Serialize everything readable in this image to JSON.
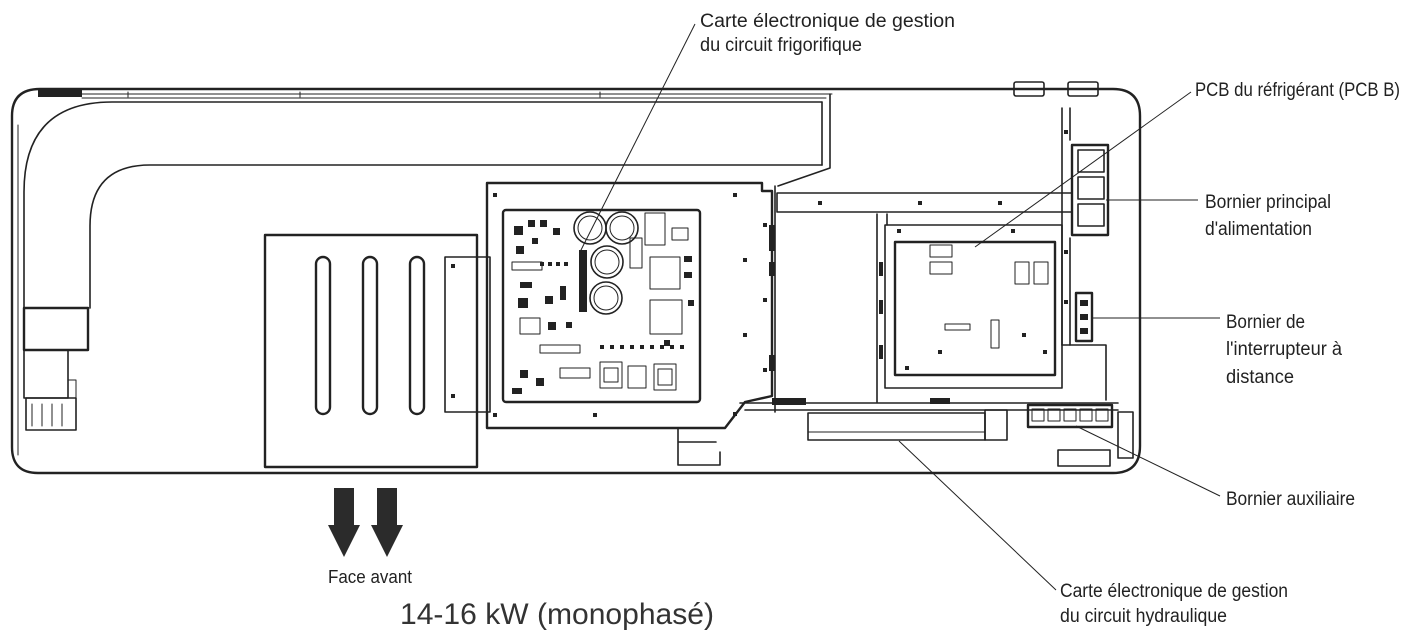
{
  "labels": {
    "refrigerant_board": {
      "line1": "Carte électronique de gestion",
      "line2": "du circuit frigorifique"
    },
    "refrigerant_pcb": "PCB du réfrigérant (PCB B)",
    "main_power_terminal": {
      "line1": "Bornier principal",
      "line2": "d'alimentation"
    },
    "remote_switch_terminal": {
      "line1": "Bornier de",
      "line2": "l'interrupteur à",
      "line3": "distance"
    },
    "auxiliary_terminal": "Bornier auxiliaire",
    "hydraulic_board": {
      "line1": "Carte électronique de gestion",
      "line2": "du circuit hydraulique"
    },
    "front_side": "Face avant"
  },
  "caption": "14-16 kW (monophasé)",
  "colors": {
    "line": "#222222",
    "arrow": "#2b2b2b",
    "background": "#ffffff"
  }
}
